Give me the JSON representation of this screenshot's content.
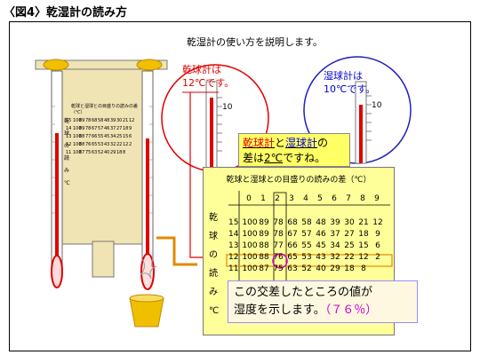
{
  "figure_title": "〈図4〉乾湿計の読み方",
  "intro_text": "乾湿計の使い方を説明します。",
  "dry_label": {
    "line1": "乾球計は",
    "line2": "12℃です。"
  },
  "wet_label": {
    "line1": "湿球計は",
    "line2": "10℃です。"
  },
  "callout": {
    "w1": "乾球計",
    "w2": "と",
    "w3": "湿球計",
    "w4": "の",
    "line2a": "差は",
    "line2b": "2℃",
    "line2c": "ですね。"
  },
  "bubble": {
    "line1": "この交差したところの値が",
    "line2": "湿度を示します。",
    "pct": "（７６％）"
  },
  "table": {
    "title": "乾球と湿球との目盛りの読みの差（℃）",
    "diffs": [
      "0",
      "1",
      "2",
      "3",
      "4",
      "5",
      "6",
      "7",
      "8",
      "9"
    ],
    "side_label": [
      "乾",
      "球",
      "の",
      "読",
      "み",
      "℃"
    ],
    "rows": [
      {
        "t": "15",
        "v": [
          "100",
          "89",
          "78",
          "68",
          "58",
          "48",
          "39",
          "30",
          "21",
          "12"
        ]
      },
      {
        "t": "14",
        "v": [
          "100",
          "89",
          "78",
          "67",
          "57",
          "46",
          "37",
          "27",
          "18",
          "9"
        ]
      },
      {
        "t": "13",
        "v": [
          "100",
          "88",
          "77",
          "66",
          "55",
          "45",
          "34",
          "25",
          "15",
          "6"
        ]
      },
      {
        "t": "12",
        "v": [
          "100",
          "88",
          "76",
          "65",
          "53",
          "43",
          "32",
          "22",
          "12",
          "2"
        ]
      },
      {
        "t": "11",
        "v": [
          "100",
          "87",
          "75",
          "63",
          "52",
          "40",
          "29",
          "18",
          "8",
          ""
        ]
      }
    ]
  },
  "colors": {
    "dry": "#e00000",
    "wet": "#0000cc",
    "wood": "#f0e4b4",
    "cap": "#f0c000",
    "callout": "#ffff66",
    "table": "#ffff99"
  }
}
